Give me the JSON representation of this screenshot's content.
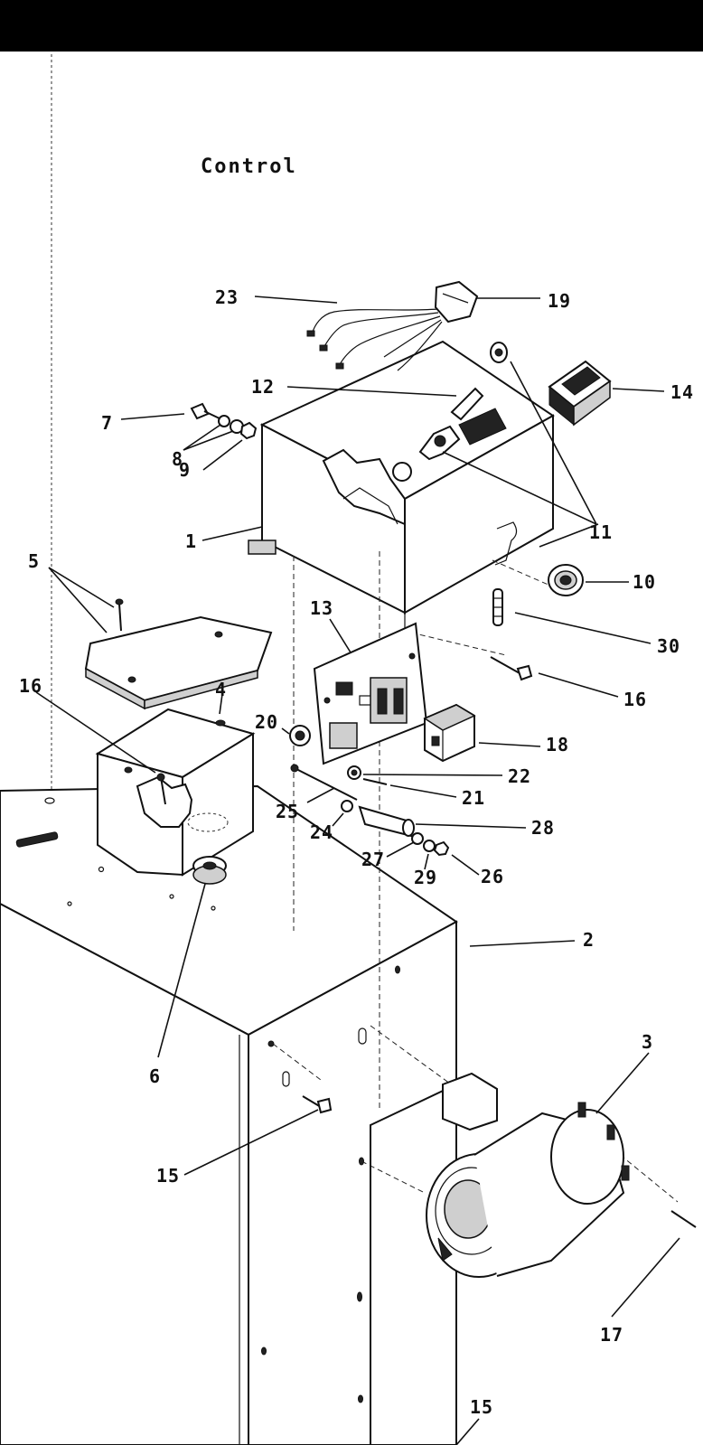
{
  "header": {
    "title": "Control"
  },
  "callouts": [
    {
      "id": "c23",
      "text": "23"
    },
    {
      "id": "c19",
      "text": "19"
    },
    {
      "id": "c12",
      "text": "12"
    },
    {
      "id": "c14",
      "text": "14"
    },
    {
      "id": "c7",
      "text": "7"
    },
    {
      "id": "c8",
      "text": "8"
    },
    {
      "id": "c9",
      "text": "9"
    },
    {
      "id": "c11",
      "text": "11"
    },
    {
      "id": "c1",
      "text": "1"
    },
    {
      "id": "c5",
      "text": "5"
    },
    {
      "id": "c10",
      "text": "10"
    },
    {
      "id": "c13",
      "text": "13"
    },
    {
      "id": "c30",
      "text": "30"
    },
    {
      "id": "c16a",
      "text": "16"
    },
    {
      "id": "c4",
      "text": "4"
    },
    {
      "id": "c16b",
      "text": "16"
    },
    {
      "id": "c20",
      "text": "20"
    },
    {
      "id": "c18",
      "text": "18"
    },
    {
      "id": "c22",
      "text": "22"
    },
    {
      "id": "c25",
      "text": "25"
    },
    {
      "id": "c21",
      "text": "21"
    },
    {
      "id": "c24",
      "text": "24"
    },
    {
      "id": "c28",
      "text": "28"
    },
    {
      "id": "c27",
      "text": "27"
    },
    {
      "id": "c29",
      "text": "29"
    },
    {
      "id": "c26",
      "text": "26"
    },
    {
      "id": "c2",
      "text": "2"
    },
    {
      "id": "c6",
      "text": "6"
    },
    {
      "id": "c3",
      "text": "3"
    },
    {
      "id": "c15a",
      "text": "15"
    },
    {
      "id": "c17",
      "text": "17"
    },
    {
      "id": "c15b",
      "text": "15"
    }
  ]
}
